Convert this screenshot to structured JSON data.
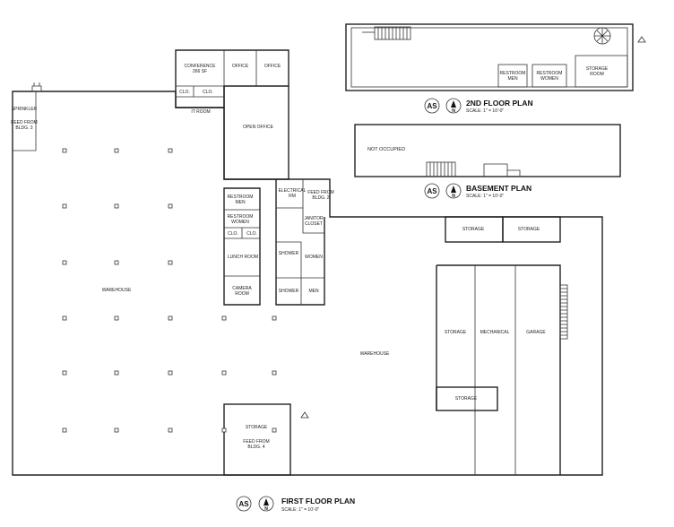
{
  "plans": {
    "second": {
      "title": "2ND FLOOR PLAN",
      "scale": "SCALE: 1\" = 10'-0\""
    },
    "basement": {
      "title": "BASEMENT PLAN",
      "scale": "SCALE: 1\" = 10'-0\""
    },
    "first": {
      "title": "FIRST FLOOR PLAN",
      "scale": "SCALE: 1\" = 10'-0\""
    }
  },
  "badge": {
    "brand": "AS",
    "north": "N"
  },
  "second_floor": {
    "restroom_men": [
      "RESTROOM",
      "MEN"
    ],
    "restroom_women": [
      "RESTROOM",
      "WOMEN"
    ],
    "storage_room": [
      "STORAGE",
      "ROOM"
    ]
  },
  "basement": {
    "not_occupied": "NOT OCCUPIED"
  },
  "first_floor": {
    "conference": [
      "CONFERENCE",
      "266 SF"
    ],
    "office_1": "OFFICE",
    "office_2": "OFFICE",
    "clo_1": "CLO.",
    "clo_2": "CLO.",
    "it_room": "IT ROOM",
    "open_office": "OPEN OFFICE",
    "sprinkler": "SPRINKLER",
    "feed_bldg3": [
      "FEED FROM",
      "BLDG. 3"
    ],
    "electrical": [
      "ELECTRICAL",
      "RM"
    ],
    "feed_bldg2": [
      "FEED FROM",
      "BLDG. 2"
    ],
    "restroom_men": [
      "RESTROOM",
      "MEN"
    ],
    "restroom_women": [
      "RESTROOM",
      "WOMEN"
    ],
    "janitor": [
      "JANITOR",
      "CLOSET"
    ],
    "clo_3": "CLO.",
    "clo_4": "CLO.",
    "shower_1": "SHOWER",
    "women": "WOMEN",
    "lunch_room": "LUNCH ROOM",
    "camera_room": [
      "CAMERA",
      "ROOM"
    ],
    "shower_2": "SHOWER",
    "men": "MEN",
    "warehouse_west": "WAREHOUSE",
    "warehouse_east": "WAREHOUSE",
    "storage_top_1": "STORAGE",
    "storage_top_2": "STORAGE",
    "storage_bay": "STORAGE",
    "mechanical": "MECHANICAL",
    "garage": "GARAGE",
    "storage_small": "STORAGE",
    "storage_bottom": "STORAGE",
    "feed_bldg4": [
      "FEED FROM",
      "BLDG. 4"
    ]
  }
}
